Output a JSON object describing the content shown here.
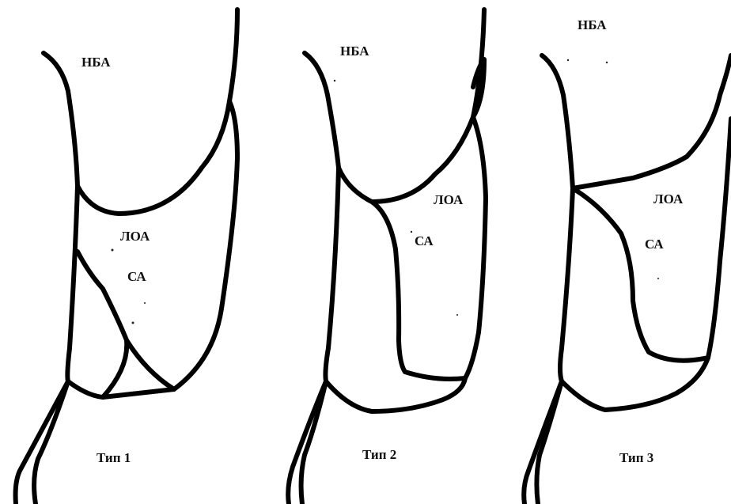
{
  "panels": [
    {
      "id": "type1",
      "nba": "НБА",
      "loa": "ЛОА",
      "sa": "СА",
      "caption": "Тип 1"
    },
    {
      "id": "type2",
      "nba": "НБА",
      "loa": "ЛОА",
      "sa": "СА",
      "caption": "Тип 2"
    },
    {
      "id": "type3",
      "nba": "НБА",
      "loa": "ЛОА",
      "sa": "СА",
      "caption": "Тип 3"
    }
  ],
  "colors": {
    "stroke": "#000000",
    "background": "#ffffff",
    "text": "#111111"
  }
}
